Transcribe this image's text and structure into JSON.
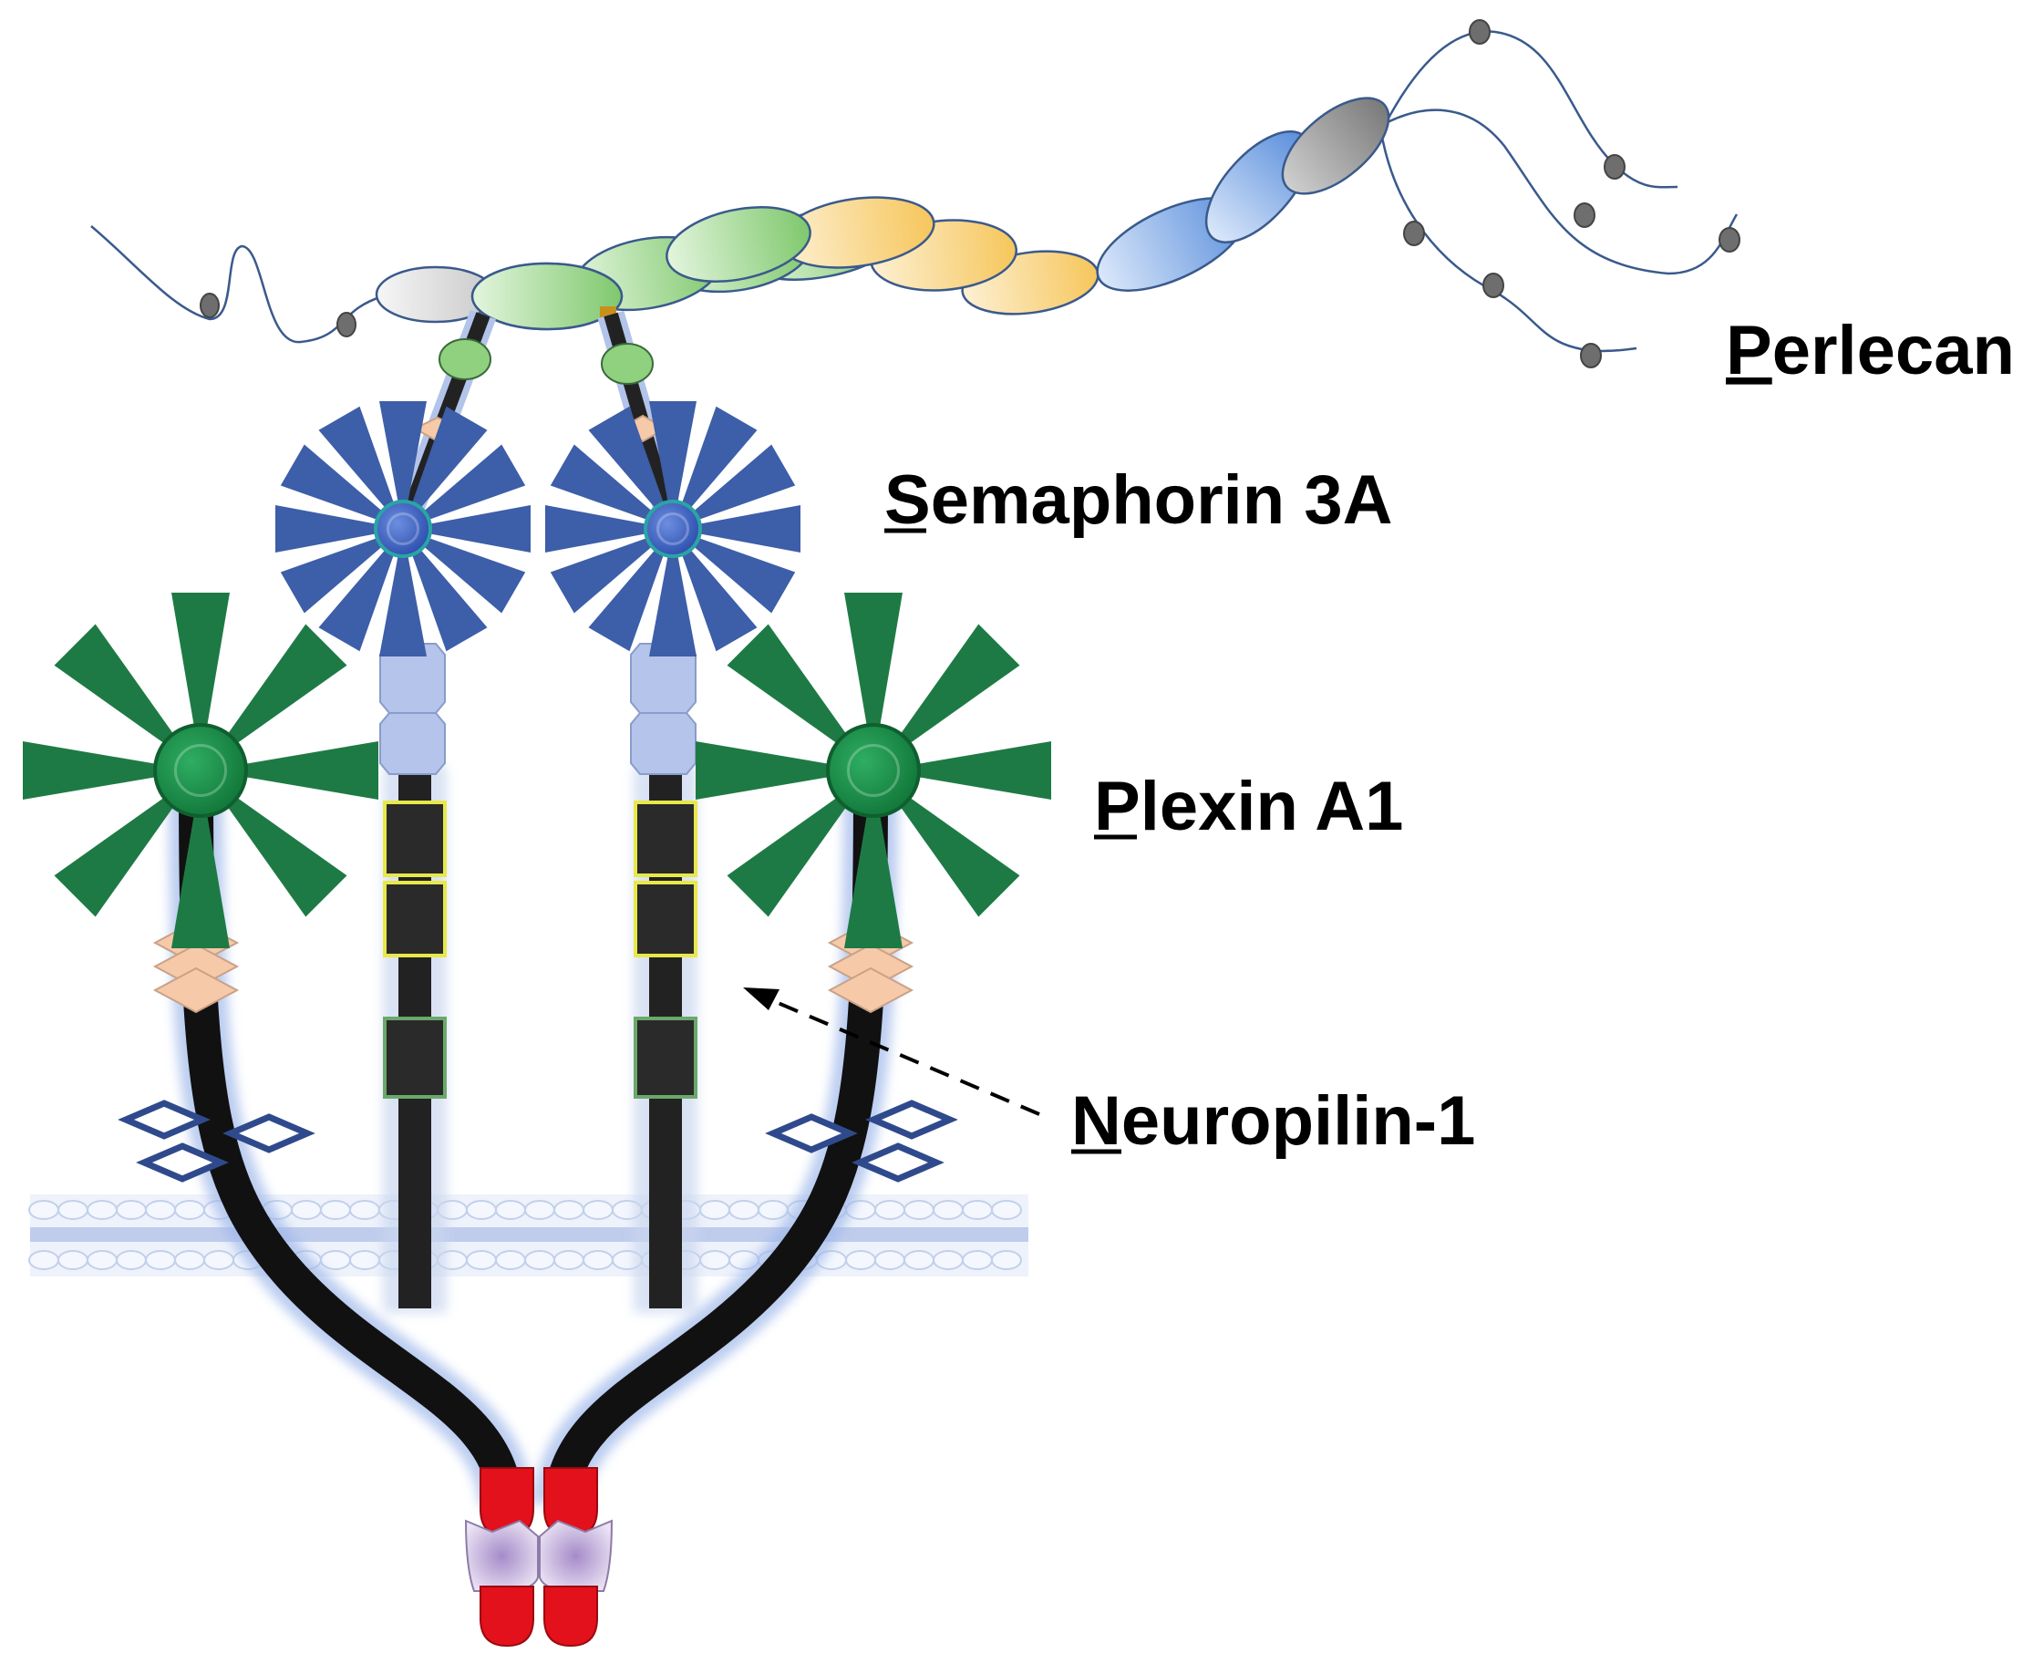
{
  "labels": {
    "perlecan": {
      "initial": "P",
      "rest": "erlecan"
    },
    "semaphorin": {
      "initial": "S",
      "rest": "emaphorin 3A"
    },
    "plexin": {
      "initial": "P",
      "rest": "lexin A1"
    },
    "neuropilin": {
      "initial": "N",
      "rest": "europilin-1"
    }
  },
  "colors": {
    "perlecan_domain_gray": "#d8d8d8",
    "perlecan_domain_green": "#8fd17f",
    "perlecan_domain_yellow": "#f8cf74",
    "perlecan_domain_blue": "#6f9fe2",
    "perlecan_domain_darkgray": "#8c8c8c",
    "gag_bead": "#6e6e6e",
    "gag_strand": "#3a5a8c",
    "semaphorin_blades": "#3d5ea8",
    "plexin_blades": "#1e7a45",
    "plexin_core": "#1a8a4a",
    "chain": "#111111",
    "psi_domain": "#f6c9a9",
    "ipt_domain": "#2f4a8c",
    "neuropilin_cub_outline": "#e8e84a",
    "neuropilin_mam_outline": "#6aa96a",
    "neuropilin_a_domain": "#b4c4ea",
    "membrane": "#c9d6ef",
    "cytoplasmic_red": "#e3111b",
    "cytoplasmic_purple": "#c9b6dc"
  }
}
